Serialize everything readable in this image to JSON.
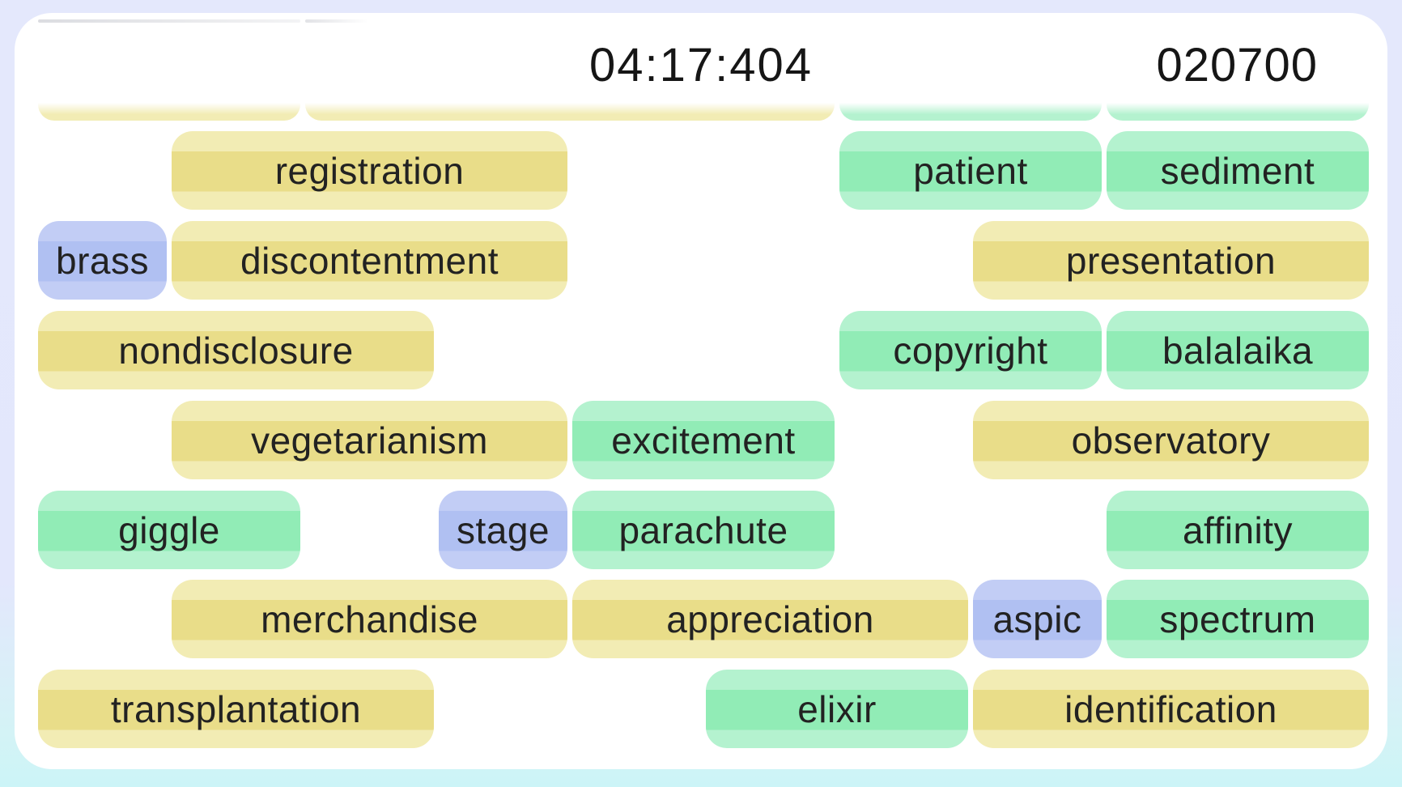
{
  "header": {
    "timer": "04:17:404",
    "score": "020700"
  },
  "palette": {
    "yellow_mid": "#e9dd89",
    "yellow_light": "#f2ecb4",
    "green_mid": "#91ecb6",
    "green_light": "#b4f2cf",
    "blue_mid": "#b0c0f2",
    "blue_light": "#c2cdf5",
    "bg_top": "#e4e8fc",
    "bg_bottom": "#ccf4f7",
    "card": "#ffffff",
    "text": "#222222"
  },
  "board": {
    "columns": 10,
    "row_count": 7,
    "pills": [
      {
        "label": "registration",
        "color": "yellow",
        "row": 1,
        "col": 1,
        "span": 3
      },
      {
        "label": "patient",
        "color": "green",
        "row": 1,
        "col": 6,
        "span": 2
      },
      {
        "label": "sediment",
        "color": "green",
        "row": 1,
        "col": 8,
        "span": 2
      },
      {
        "label": "brass",
        "color": "blue",
        "row": 2,
        "col": 0,
        "span": 1
      },
      {
        "label": "discontentment",
        "color": "yellow",
        "row": 2,
        "col": 1,
        "span": 3
      },
      {
        "label": "presentation",
        "color": "yellow",
        "row": 2,
        "col": 7,
        "span": 3
      },
      {
        "label": "nondisclosure",
        "color": "yellow",
        "row": 3,
        "col": 0,
        "span": 3
      },
      {
        "label": "copyright",
        "color": "green",
        "row": 3,
        "col": 6,
        "span": 2
      },
      {
        "label": "balalaika",
        "color": "green",
        "row": 3,
        "col": 8,
        "span": 2
      },
      {
        "label": "vegetarianism",
        "color": "yellow",
        "row": 4,
        "col": 1,
        "span": 3
      },
      {
        "label": "excitement",
        "color": "green",
        "row": 4,
        "col": 4,
        "span": 2
      },
      {
        "label": "observatory",
        "color": "yellow",
        "row": 4,
        "col": 7,
        "span": 3
      },
      {
        "label": "giggle",
        "color": "green",
        "row": 5,
        "col": 0,
        "span": 2
      },
      {
        "label": "stage",
        "color": "blue",
        "row": 5,
        "col": 3,
        "span": 1
      },
      {
        "label": "parachute",
        "color": "green",
        "row": 5,
        "col": 4,
        "span": 2
      },
      {
        "label": "affinity",
        "color": "green",
        "row": 5,
        "col": 8,
        "span": 2
      },
      {
        "label": "merchandise",
        "color": "yellow",
        "row": 6,
        "col": 1,
        "span": 3
      },
      {
        "label": "appreciation",
        "color": "yellow",
        "row": 6,
        "col": 4,
        "span": 3
      },
      {
        "label": "aspic",
        "color": "blue",
        "row": 6,
        "col": 7,
        "span": 1
      },
      {
        "label": "spectrum",
        "color": "green",
        "row": 6,
        "col": 8,
        "span": 2
      },
      {
        "label": "transplantation",
        "color": "yellow",
        "row": 7,
        "col": 0,
        "span": 3
      },
      {
        "label": "elixir",
        "color": "green",
        "row": 7,
        "col": 5,
        "span": 2
      },
      {
        "label": "identification",
        "color": "yellow",
        "row": 7,
        "col": 7,
        "span": 3
      }
    ],
    "partial_top_row": [
      {
        "color": "yellow",
        "col": 0,
        "span": 2
      },
      {
        "color": "yellow",
        "col": 2,
        "span": 4
      },
      {
        "color": "green",
        "col": 6,
        "span": 2
      },
      {
        "color": "green",
        "col": 8,
        "span": 2
      }
    ],
    "scrolled_out_remnants": [
      {
        "col": 0,
        "span": 2,
        "fade": false
      },
      {
        "col": 2,
        "span": 4,
        "fade": true
      }
    ]
  }
}
